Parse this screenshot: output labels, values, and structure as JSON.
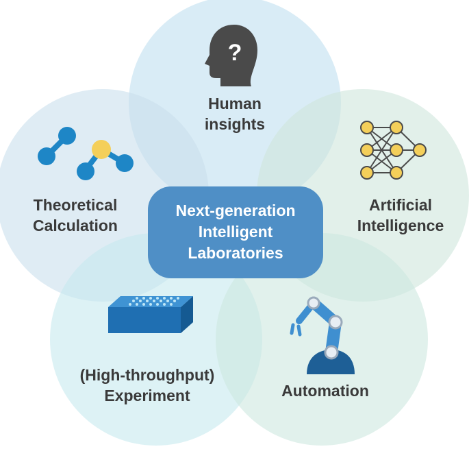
{
  "center": {
    "lines": [
      "Next-generation",
      "Intelligent",
      "Laboratories"
    ]
  },
  "petals": [
    {
      "id": "human",
      "lines": [
        "Human",
        "insights"
      ],
      "icon": "human-head-question-icon",
      "color": "#bfe0f0"
    },
    {
      "id": "theory",
      "lines": [
        "Theoretical",
        "Calculation"
      ],
      "icon": "molecule-icon",
      "color": "#c9e0ec"
    },
    {
      "id": "ai",
      "lines": [
        "Artificial",
        "Intelligence"
      ],
      "icon": "neural-network-icon",
      "color": "#cfe6dc"
    },
    {
      "id": "experiment",
      "lines": [
        "(High-throughput)",
        "Experiment"
      ],
      "icon": "well-plate-icon",
      "color": "#c6e9ef"
    },
    {
      "id": "automation",
      "lines": [
        "Automation"
      ],
      "icon": "robot-arm-icon",
      "color": "#cde7df"
    }
  ],
  "colors": {
    "center_box": "#4f8fc6",
    "label_text": "#3a3a3a",
    "icon_blue": "#1e86c6",
    "node_yellow": "#f4cf5a",
    "icon_gray": "#4a4a4a"
  }
}
